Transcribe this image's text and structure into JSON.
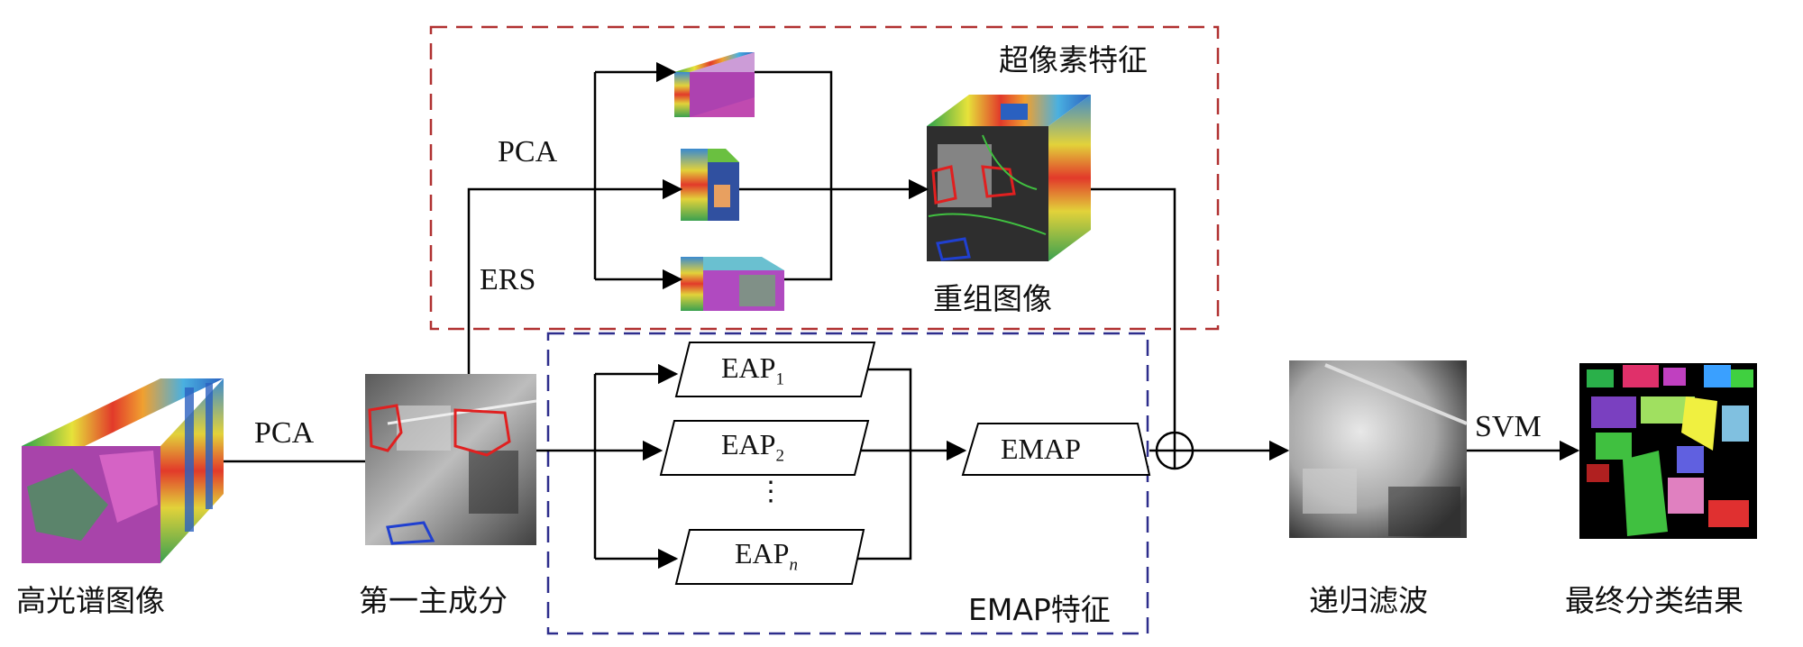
{
  "regions": {
    "superpixel_label": "超像素特征",
    "emap_label": "EMAP特征"
  },
  "stages": {
    "hsi": "高光谱图像",
    "first_pc": "第一主成分",
    "reconstructed": "重组图像",
    "recursive_filter": "递归滤波",
    "final_result": "最终分类结果"
  },
  "edges": {
    "pca_main": "PCA",
    "pca_superpixel": "PCA",
    "ers": "ERS",
    "svm": "SVM"
  },
  "emap_boxes": {
    "eap1_base": "EAP",
    "eap1_sub": "1",
    "eap2_base": "EAP",
    "eap2_sub": "2",
    "eapn_base": "EAP",
    "eapn_sub": "n",
    "ellipsis": "⋮",
    "emap": "EMAP"
  },
  "colors": {
    "superpixel_border": "#b03030",
    "emap_border": "#2d2d8c",
    "line": "#000000"
  }
}
